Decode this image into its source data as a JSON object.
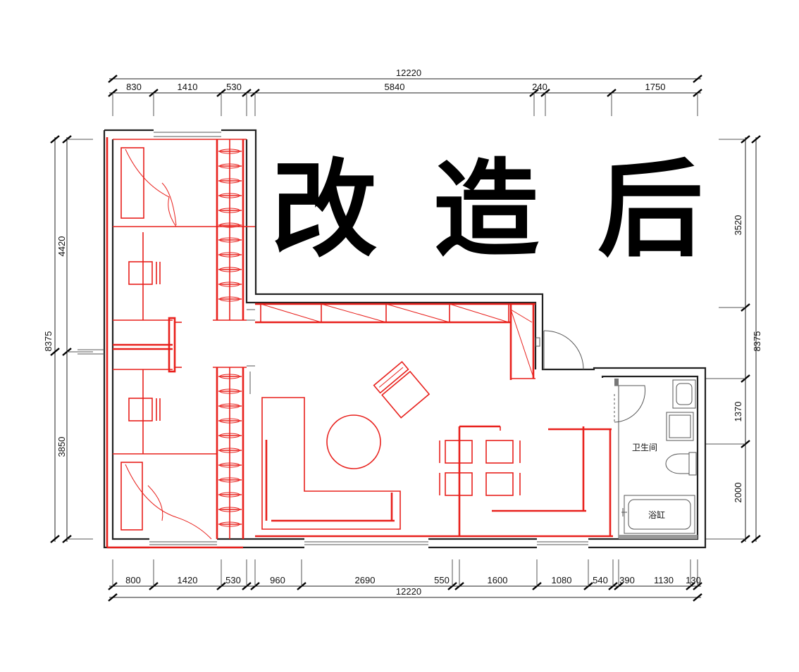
{
  "title": "改造后",
  "rooms": {
    "bathroom": "卫生间",
    "bathtub": "浴缸"
  },
  "dimensions": {
    "top_total": "12220",
    "top_segments": [
      "830",
      "1410",
      "530",
      "5840",
      "240",
      "1750"
    ],
    "bottom_total": "12220",
    "bottom_segments": [
      "800",
      "1420",
      "530",
      "960",
      "2690",
      "550",
      "1600",
      "1080",
      "540",
      "390",
      "1130",
      "130"
    ],
    "left_total": "8375",
    "left_segments": [
      "4420",
      "3850"
    ],
    "right_total": "8375",
    "right_segments": [
      "3520",
      "1370",
      "2000"
    ]
  },
  "colors": {
    "renovation_lines": "#e8201c",
    "walls": "#222222"
  }
}
